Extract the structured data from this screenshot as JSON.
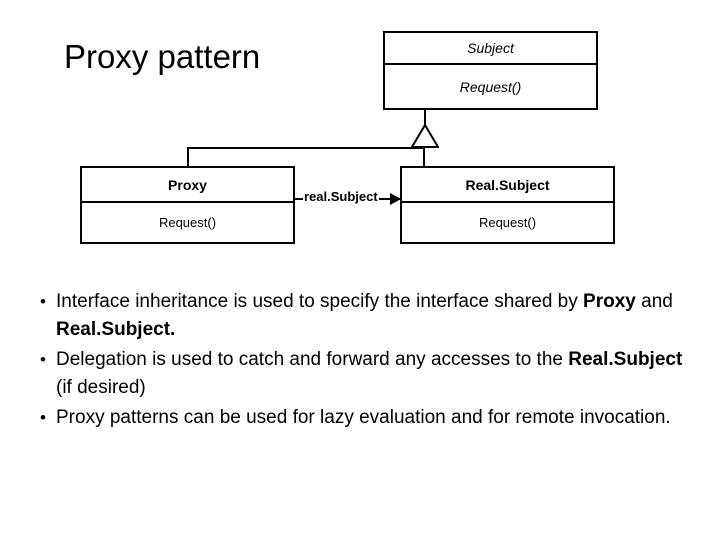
{
  "slide": {
    "title": "Proxy pattern",
    "background_color": "#ffffff",
    "line_color": "#000000"
  },
  "diagram": {
    "type": "uml-class-diagram",
    "classes": [
      {
        "id": "subject",
        "name": "Subject",
        "name_style": "italic",
        "operations": "Request()",
        "operations_style": "italic"
      },
      {
        "id": "proxy",
        "name": "Proxy",
        "name_style": "bold",
        "operations": "Request()",
        "operations_style": "normal"
      },
      {
        "id": "realsubject",
        "name": "Real.Subject",
        "name_style": "bold",
        "operations": "Request()",
        "operations_style": "normal"
      }
    ],
    "relations": [
      {
        "kind": "generalization",
        "from": [
          "proxy",
          "realsubject"
        ],
        "to": "subject",
        "marker": "hollow-triangle"
      },
      {
        "kind": "association",
        "from": "proxy",
        "to": "realsubject",
        "label": "real.Subject",
        "marker": "solid-arrowhead"
      }
    ]
  },
  "bullets": [
    {
      "mark": "•",
      "parts": [
        {
          "text": "Interface inheritance is used to specify the interface shared by ",
          "bold": false
        },
        {
          "text": "Proxy",
          "bold": true
        },
        {
          "text": " and ",
          "bold": false
        },
        {
          "text": "Real.Subject.",
          "bold": true
        }
      ]
    },
    {
      "mark": "•",
      "parts": [
        {
          "text": "Delegation is used to catch and forward any accesses to the ",
          "bold": false
        },
        {
          "text": "Real.Subject",
          "bold": true
        },
        {
          "text": " (if desired)",
          "bold": false
        }
      ]
    },
    {
      "mark": "•",
      "parts": [
        {
          "text": "Proxy patterns can be used for lazy evaluation and for remote invocation.",
          "bold": false
        }
      ]
    }
  ]
}
